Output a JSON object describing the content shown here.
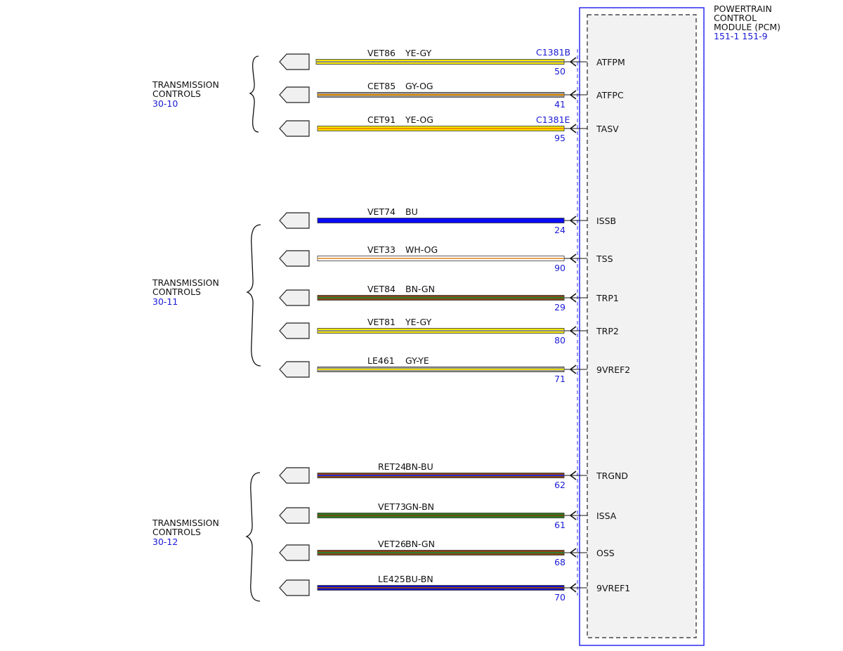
{
  "module": {
    "title_lines": [
      "POWERTRAIN",
      "CONTROL",
      "MODULE (PCM)"
    ],
    "ref": "151-1 151-9",
    "border_color": "#2a2af0",
    "fill_color": "#f2f2f2"
  },
  "connectors": [
    {
      "label": "C1381B"
    },
    {
      "label": "C1381E"
    }
  ],
  "groups": [
    {
      "title_lines": [
        "TRANSMISSION",
        "CONTROLS"
      ],
      "ref": "30-10"
    },
    {
      "title_lines": [
        "TRANSMISSION",
        "CONTROLS"
      ],
      "ref": "30-11"
    },
    {
      "title_lines": [
        "TRANSMISSION",
        "CONTROLS"
      ],
      "ref": "30-12"
    }
  ],
  "wires": [
    {
      "circuit": "VET86",
      "color_code": "YE-GY",
      "pin": "50",
      "signal": "ATFPM",
      "base": "#f2e600",
      "stripe": "#8c8c8c"
    },
    {
      "circuit": "CET85",
      "color_code": "GY-OG",
      "pin": "41",
      "signal": "ATFPC",
      "base": "#9a9a9a",
      "stripe": "#e08a00"
    },
    {
      "circuit": "CET91",
      "color_code": "YE-OG",
      "pin": "95",
      "signal": "TASV",
      "base": "#f2e600",
      "stripe": "#f09000"
    },
    {
      "circuit": "VET74",
      "color_code": "BU",
      "pin": "24",
      "signal": "ISSB",
      "base": "#0a0af5",
      "stripe": null
    },
    {
      "circuit": "VET33",
      "color_code": "WH-OG",
      "pin": "90",
      "signal": "TSS",
      "base": "#ffffff",
      "stripe": "#e8a050"
    },
    {
      "circuit": "VET84",
      "color_code": "BN-GN",
      "pin": "29",
      "signal": "TRP1",
      "base": "#8b4513",
      "stripe": "#2e7d32"
    },
    {
      "circuit": "VET81",
      "color_code": "YE-GY",
      "pin": "80",
      "signal": "TRP2",
      "base": "#f2e600",
      "stripe": "#8c8c8c"
    },
    {
      "circuit": "LE461",
      "color_code": "GY-YE",
      "pin": "71",
      "signal": "9VREF2",
      "base": "#9a9a9a",
      "stripe": "#e6d800"
    },
    {
      "circuit": "RET24",
      "color_code": "BN-BU",
      "pin": "62",
      "signal": "TRGND",
      "base": "#8b4513",
      "stripe": "#2a2ad0"
    },
    {
      "circuit": "VET73",
      "color_code": "GN-BN",
      "pin": "61",
      "signal": "ISSA",
      "base": "#2e7d1e",
      "stripe": "#6b4a1a"
    },
    {
      "circuit": "VET26",
      "color_code": "BN-GN",
      "pin": "68",
      "signal": "OSS",
      "base": "#8b4513",
      "stripe": "#2e7d32"
    },
    {
      "circuit": "LE425",
      "color_code": "BU-BN",
      "pin": "70",
      "signal": "9VREF1",
      "base": "#1010d0",
      "stripe": "#8b4513"
    }
  ]
}
